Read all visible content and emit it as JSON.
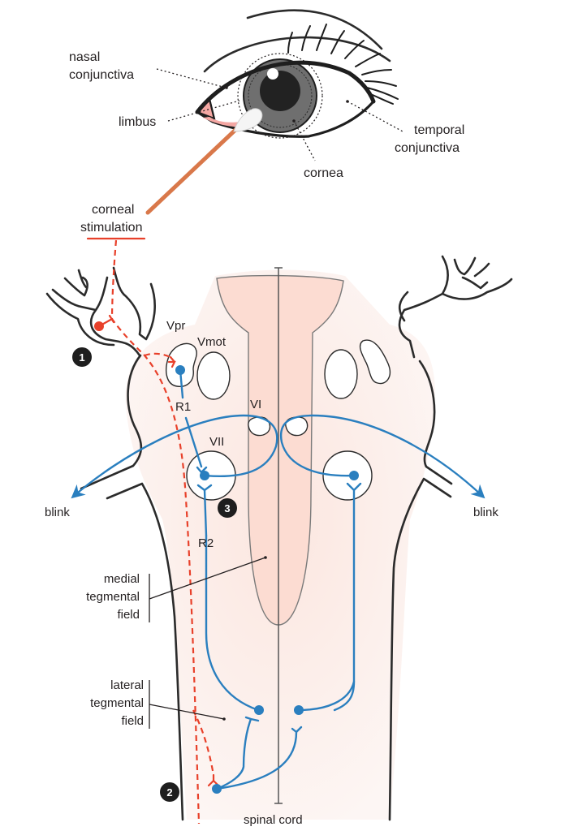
{
  "title": "Blink reflex circuit (corneal stimulation)",
  "colors": {
    "sensory_afferent": "#e8402a",
    "motor_interneuron": "#2a7fbf",
    "midline_tissue": "#fcdcd2",
    "brainstem_tint": "#fdf3f0",
    "swab_stick": "#d9784a",
    "caruncle": "#f4a7a3",
    "iris": "#6f6f6f",
    "pupil": "#222222",
    "outline": "#2b2b2b"
  },
  "eye": {
    "labels": {
      "nasal_conjunctiva": [
        "nasal",
        "conjunctiva"
      ],
      "limbus": "limbus",
      "temporal_conjunctiva": [
        "temporal",
        "conjunctiva"
      ],
      "cornea": "cornea"
    }
  },
  "stimulus": {
    "label": [
      "corneal",
      "stimulation"
    ]
  },
  "brainstem": {
    "nuclei": {
      "vpr": "Vpr",
      "vmot": "Vmot",
      "vi": "VI",
      "vii": "VII"
    },
    "pathways": {
      "r1": "R1",
      "r2": "R2"
    },
    "outputs": {
      "blink_left": "blink",
      "blink_right": "blink"
    },
    "regions": {
      "medial_tegmental_field": [
        "medial",
        "tegmental",
        "field"
      ],
      "lateral_tegmental_field": [
        "lateral",
        "tegmental",
        "field"
      ],
      "spinal_cord": "spinal cord"
    },
    "markers": [
      "1",
      "2",
      "3"
    ]
  }
}
